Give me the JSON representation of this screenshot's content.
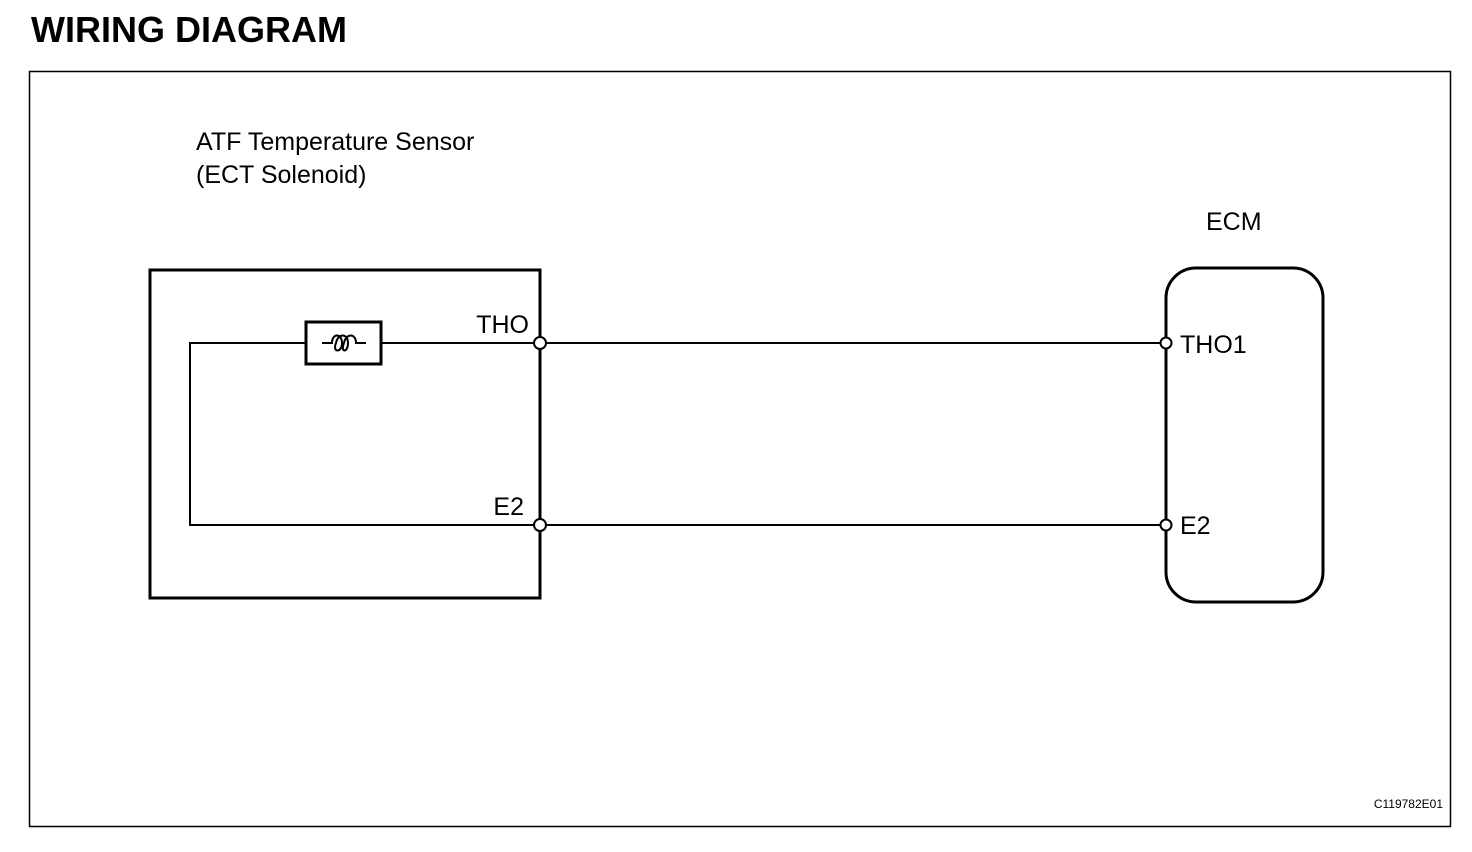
{
  "page": {
    "title": "WIRING DIAGRAM"
  },
  "sensor": {
    "title_line1": "ATF Temperature Sensor",
    "title_line2": "(ECT Solenoid)",
    "terminal_top": "THO",
    "terminal_bottom": "E2",
    "element_icon": "thermistor-icon"
  },
  "ecm": {
    "title": "ECM",
    "terminal_top": "THO1",
    "terminal_bottom": "E2"
  },
  "figure_code": "C119782E01",
  "colors": {
    "line": "#000000",
    "background": "#ffffff"
  }
}
